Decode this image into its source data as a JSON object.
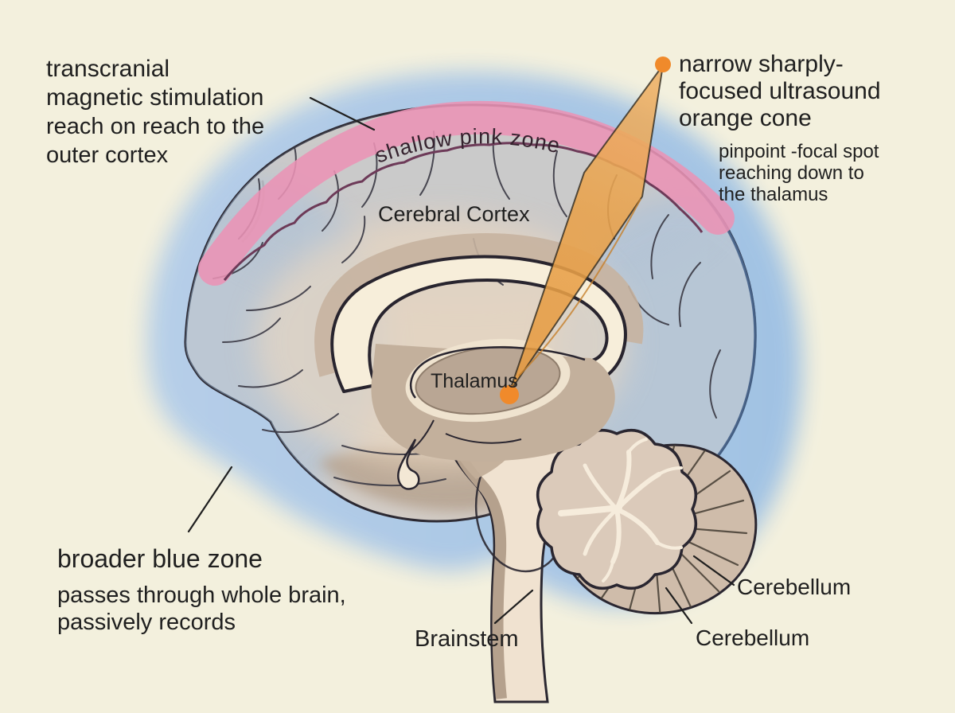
{
  "colors": {
    "background": "#f3f0dd",
    "blue_zone": "#a8c6e6",
    "pink_zone": "#ea93b5",
    "pink_cortex_line": "#6d3a58",
    "cone_orange": "#e9a14c",
    "dot_orange": "#f08a2b",
    "cortex_gray": "#d3cdc7",
    "inner_cream": "#f6eddb",
    "inner_tan": "#c5b19e",
    "outline_dark": "#2b2831",
    "text": "#1f1f1f"
  },
  "annotations": {
    "tms": {
      "lines": [
        "transcranial",
        "magnetic stimulation",
        "reach on reach to the",
        "outer cortex"
      ]
    },
    "ultrasound": {
      "heading_lines": [
        "narrow sharply-",
        "focused ultrasound",
        "orange cone"
      ],
      "sub_lines": [
        "pinpoint -focal spot",
        "reaching down to",
        "the thalamus"
      ]
    },
    "blue_zone": {
      "heading": "broader blue zone",
      "sub_lines": [
        "passes through whole brain,",
        "passively records"
      ]
    },
    "pink_zone_label": "shallow pink zone"
  },
  "anatomy": {
    "cerebral_cortex": "Cerebral Cortex",
    "thalamus": "Thalamus",
    "brainstem": "Brainstem",
    "cerebellum_upper": "Cerebellum",
    "cerebellum_lower": "Cerebellum"
  }
}
